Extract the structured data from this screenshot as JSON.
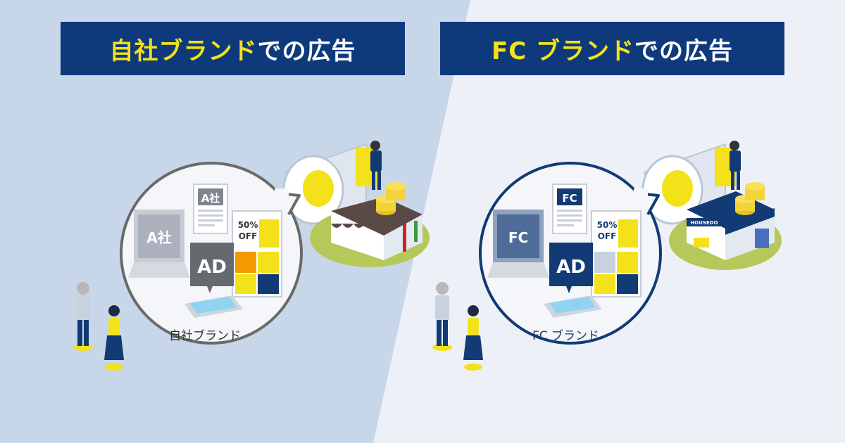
{
  "left": {
    "title_highlight": "自社ブランド",
    "title_rest": "での広告",
    "bubble_label": "自社ブランド",
    "laptop_text": "A社",
    "paper_text": "A社",
    "ad_text": "AD",
    "sale_line1": "50%",
    "sale_line2": "OFF"
  },
  "right": {
    "title_highlight": "FC ブランド",
    "title_rest": "での広告",
    "bubble_label": "FC ブランド",
    "laptop_text": "FC",
    "paper_text": "FC",
    "ad_text": "AD",
    "sale_line1": "50%",
    "sale_line2": "OFF",
    "shop_sign": "HOUSEDO"
  },
  "colors": {
    "navy": "#0e3a7c",
    "yellow": "#f3e21a",
    "left_bg": "#c8d6e9",
    "right_bg": "#edf1f7"
  }
}
